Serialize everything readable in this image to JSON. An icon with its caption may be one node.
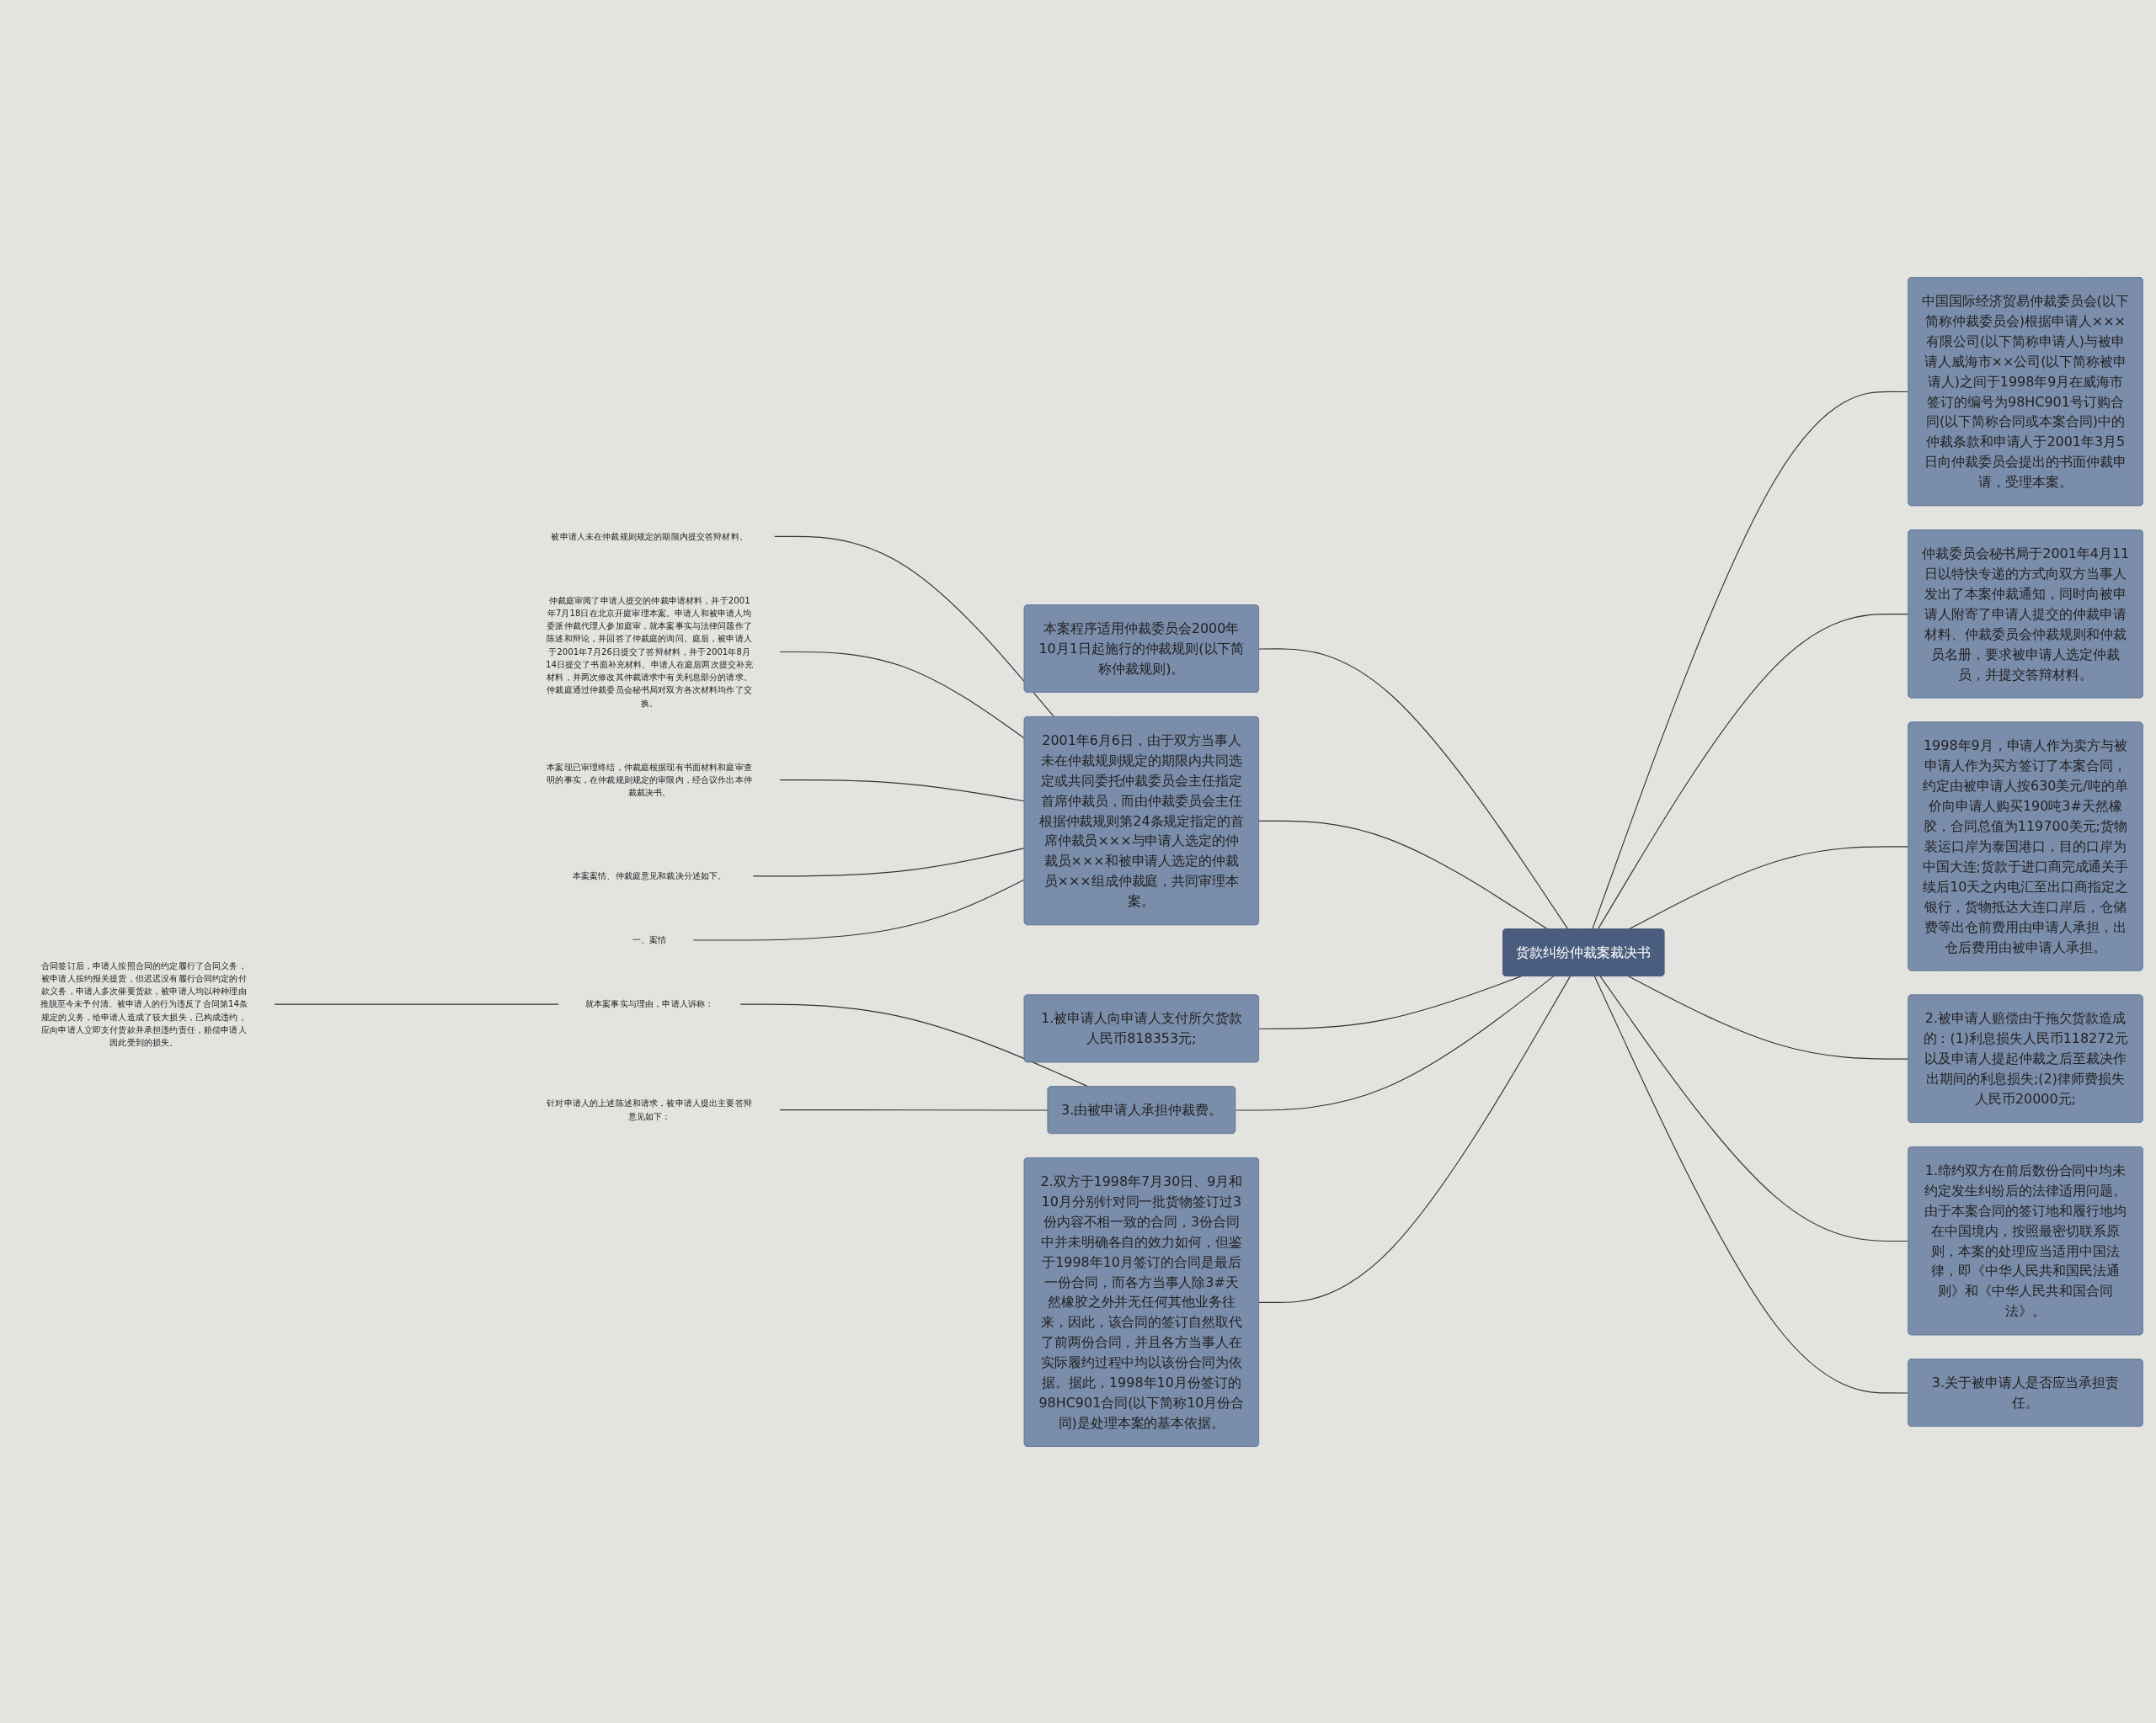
{
  "diagram": {
    "nodes": [
      {
        "text": [
          "货款纠纷仲裁案裁决书"
        ]
      },
      {
        "text": [
          "本案程序适用仲裁委员会2000年10月1日起施行的仲裁规则(以下简称仲裁规则)。"
        ]
      },
      {
        "text": [
          "2001年6月6日，由于双方当事人未在仲裁规则规定的期限内共同选定或共同委托仲裁委员会主任指定首席仲裁员，而由仲裁委员会主任根据仲裁规则第24条规定指定的首席仲裁员×××与申请人选定的仲裁员×××和被申请人选定的仲裁员×××组成仲裁庭，共同审理本案。"
        ]
      },
      {
        "text": [
          "被申请人未在仲裁规则规定的期限内提交答辩材料。"
        ]
      },
      {
        "text": [
          "仲裁庭审阅了申请人提交的仲裁申请材料，并于2001年7月18日在北京开庭审理本案。申请人和被申请人均委派仲裁代理人参加庭审，就本案事实与法律问题作了陈述和辩论，并回答了仲裁庭的询问。庭后，被申请人于2001年7月26日提交了答辩材料，并于2001年8月14日提交了书面补充材料。申请人在庭后两次提交补充材料，并两次修改其仲裁请求中有关利息部分的请求。仲裁庭通过仲裁委员会秘书局对双方各次材料均作了交换。"
        ]
      },
      {
        "text": [
          "本案现已审理终结，仲裁庭根据现有书面材料和庭审查明的事实，在仲裁规则规定的审限内，经合议作出本仲裁裁决书。"
        ]
      },
      {
        "text": [
          "本案案情、仲裁庭意见和裁决分述如下。"
        ]
      },
      {
        "text": [
          "一、案情"
        ]
      },
      {
        "text": [
          "1.被申请人向申请人支付所欠货款人民币818353元;"
        ]
      },
      {
        "text": [
          "3.由被申请人承担仲裁费。"
        ]
      },
      {
        "text": [
          "就本案事实与理由，申请人诉称："
        ]
      },
      {
        "text": [
          "合同签订后，申请人按照合同的约定履行了合同义务，被申请人按约报关提货，但迟迟没有履行合同约定的付款义务，申请人多次催要货款，被申请人均以种种理由推脱至今未予付清。被申请人的行为违反了合同第14条规定的义务，给申请人造成了较大损失，已构成违约，应向申请人立即支付货款并承担违约责任，赔偿申请人因此受到的损失。"
        ]
      },
      {
        "text": [
          "针对申请人的上述陈述和请求，被申请人提出主要答辩意见如下："
        ]
      },
      {
        "text": [
          "2.双方于1998年7月30日、9月和10月分别针对同一批货物签订过3份内容不相一致的合同，3份合同中并未明确各自的效力如何，但鉴于1998年10月签订的合同是最后一份合同，而各方当事人除3#天然橡胶之外并无任何其他业务往来，因此，该合同的签订自然取代了前两份合同，并且各方当事人在实际履约过程中均以该份合同为依据。据此，1998年10月份签订的98HC901合同(以下简称10月份合同)是处理本案的基本依据。"
        ]
      },
      {
        "text": [
          "中国国际经济贸易仲裁委员会(以下简称仲裁委员会)根据申请人×××有限公司(以下简称申请人)与被申请人威海市××公司(以下简称被申请人)之间于1998年9月在威海市签订的编号为98HC901号订购合同(以下简称合同或本案合同)中的仲裁条款和申请人于2001年3月5日向仲裁委员会提出的书面仲裁申请，受理本案。"
        ]
      },
      {
        "text": [
          "仲裁委员会秘书局于2001年4月11日以特快专递的方式向双方当事人发出了本案仲裁通知，同时向被申请人附寄了申请人提交的仲裁申请材料、仲裁委员会仲裁规则和仲裁员名册，要求被申请人选定仲裁员，并提交答辩材料。"
        ]
      },
      {
        "text": [
          "1998年9月，申请人作为卖方与被申请人作为买方签订了本案合同，约定由被申请人按630美元/吨的单价向申请人购买190吨3#天然橡胶，合同总值为119700美元;货物装运口岸为泰国港口，目的口岸为中国大连;货款于进口商完成通关手续后10天之内电汇至出口商指定之银行，货物抵达大连口岸后，仓储费等出仓前费用由申请人承担，出仓后费用由被申请人承担。"
        ]
      },
      {
        "text": [
          "2.被申请人赔偿由于拖欠货款造成的：(1)利息损失人民币118272元以及申请人提起仲裁之后至裁决作出期间的利息损失;(2)律师费损失人民币20000元;"
        ]
      },
      {
        "text": [
          "1.缔约双方在前后数份合同中均未约定发生纠纷后的法律适用问题。由于本案合同的签订地和履行地均在中国境内，按照最密切联系原则，本案的处理应当适用中国法律，即《中华人民共和国民法通则》和《中华人民共和国合同法》。"
        ]
      },
      {
        "text": [
          "3.关于被申请人是否应当承担责任。"
        ]
      }
    ],
    "edges": [
      {
        "from": 0,
        "to": 1,
        "arrow": "none"
      },
      {
        "from": 0,
        "to": 2,
        "arrow": "none"
      },
      {
        "from": 2,
        "to": 3,
        "arrow": "none"
      },
      {
        "from": 2,
        "to": 4,
        "arrow": "none"
      },
      {
        "from": 2,
        "to": 5,
        "arrow": "none"
      },
      {
        "from": 2,
        "to": 6,
        "arrow": "none"
      },
      {
        "from": 2,
        "to": 7,
        "arrow": "none"
      },
      {
        "from": 0,
        "to": 8,
        "arrow": "none"
      },
      {
        "from": 0,
        "to": 9,
        "arrow": "none"
      },
      {
        "from": 9,
        "to": 10,
        "arrow": "none"
      },
      {
        "from": 10,
        "to": 11,
        "arrow": "none"
      },
      {
        "from": 9,
        "to": 12,
        "arrow": "none"
      },
      {
        "from": 0,
        "to": 13,
        "arrow": "none"
      },
      {
        "from": 0,
        "to": 14,
        "arrow": "none"
      },
      {
        "from": 0,
        "to": 15,
        "arrow": "none"
      },
      {
        "from": 0,
        "to": 16,
        "arrow": "none"
      },
      {
        "from": 0,
        "to": 17,
        "arrow": "none"
      },
      {
        "from": 0,
        "to": 18,
        "arrow": "none"
      },
      {
        "from": 0,
        "to": 19,
        "arrow": "none"
      }
    ]
  }
}
